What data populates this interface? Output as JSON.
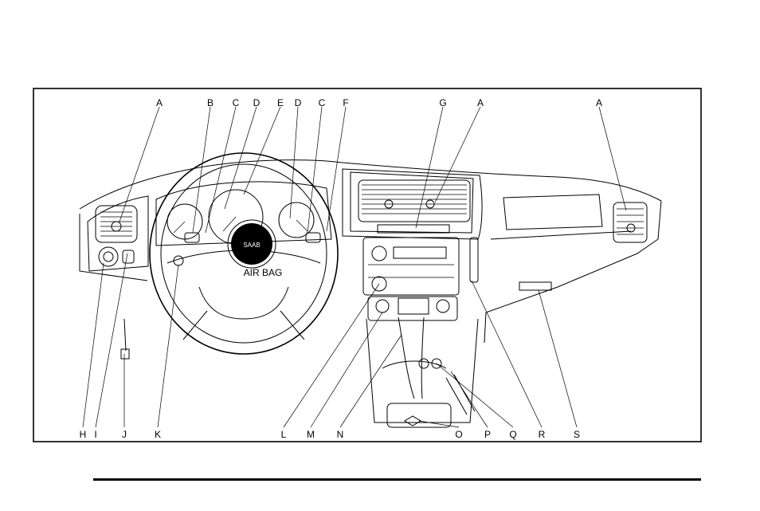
{
  "diagram": {
    "callouts": [
      "A",
      "B",
      "C",
      "D",
      "E",
      "D",
      "C",
      "F",
      "G",
      "A",
      "A",
      "H",
      "I",
      "J",
      "K",
      "L",
      "M",
      "N",
      "O",
      "P",
      "Q",
      "R",
      "S"
    ],
    "airbag_text": "AIR BAG"
  },
  "colors": {
    "ink": "#000000",
    "paper": "#ffffff"
  }
}
